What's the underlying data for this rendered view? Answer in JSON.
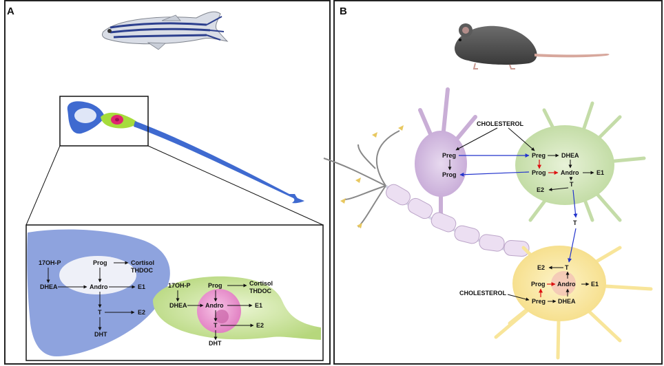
{
  "panels": {
    "a": {
      "label": "A"
    },
    "b": {
      "label": "B"
    }
  },
  "fish_cell": {
    "radial_glia": {
      "row1": [
        "17OH-P",
        "Prog",
        "Cortisol",
        "THDOC"
      ],
      "row2": [
        "DHEA",
        "Andro",
        "E1"
      ],
      "row3": [
        "T",
        "E2"
      ],
      "row4": [
        "DHT"
      ]
    },
    "neuron": {
      "row1": [
        "17OH-P",
        "Prog",
        "Cortisol",
        "THDOC"
      ],
      "row2": [
        "DHEA",
        "Andro",
        "E1"
      ],
      "row3": [
        "T",
        "E2"
      ],
      "row4": [
        "DHT"
      ]
    }
  },
  "mouse_cells": {
    "cholesterol_top": "CHOLESTEROL",
    "cholesterol_bottom": "CHOLESTEROL",
    "purple": {
      "preg": "Preg",
      "prog": "Prog"
    },
    "green": {
      "preg": "Preg",
      "dhea": "DHEA",
      "prog": "Prog",
      "andro": "Andro",
      "e1": "E1",
      "t": "T",
      "e2": "E2"
    },
    "transport_t": "T",
    "yellow": {
      "e2": "E2",
      "t": "T",
      "prog": "Prog",
      "andro": "Andro",
      "e1": "E1",
      "preg": "Preg",
      "dhea": "DHEA"
    }
  },
  "colors": {
    "radial_glia": "#8a9fdc",
    "nucleus_light": "#eef0f8",
    "neuron_green": "#b9dc72",
    "nucleus_pink": "#e889c8",
    "axon_blue": "#3a64c8",
    "purple_cell": "#c9aed6",
    "green_cell": "#c4dca8",
    "yellow_cell": "#f8e59a",
    "blue_arrow": "#2233cc",
    "red_arrow": "#dd1111"
  }
}
